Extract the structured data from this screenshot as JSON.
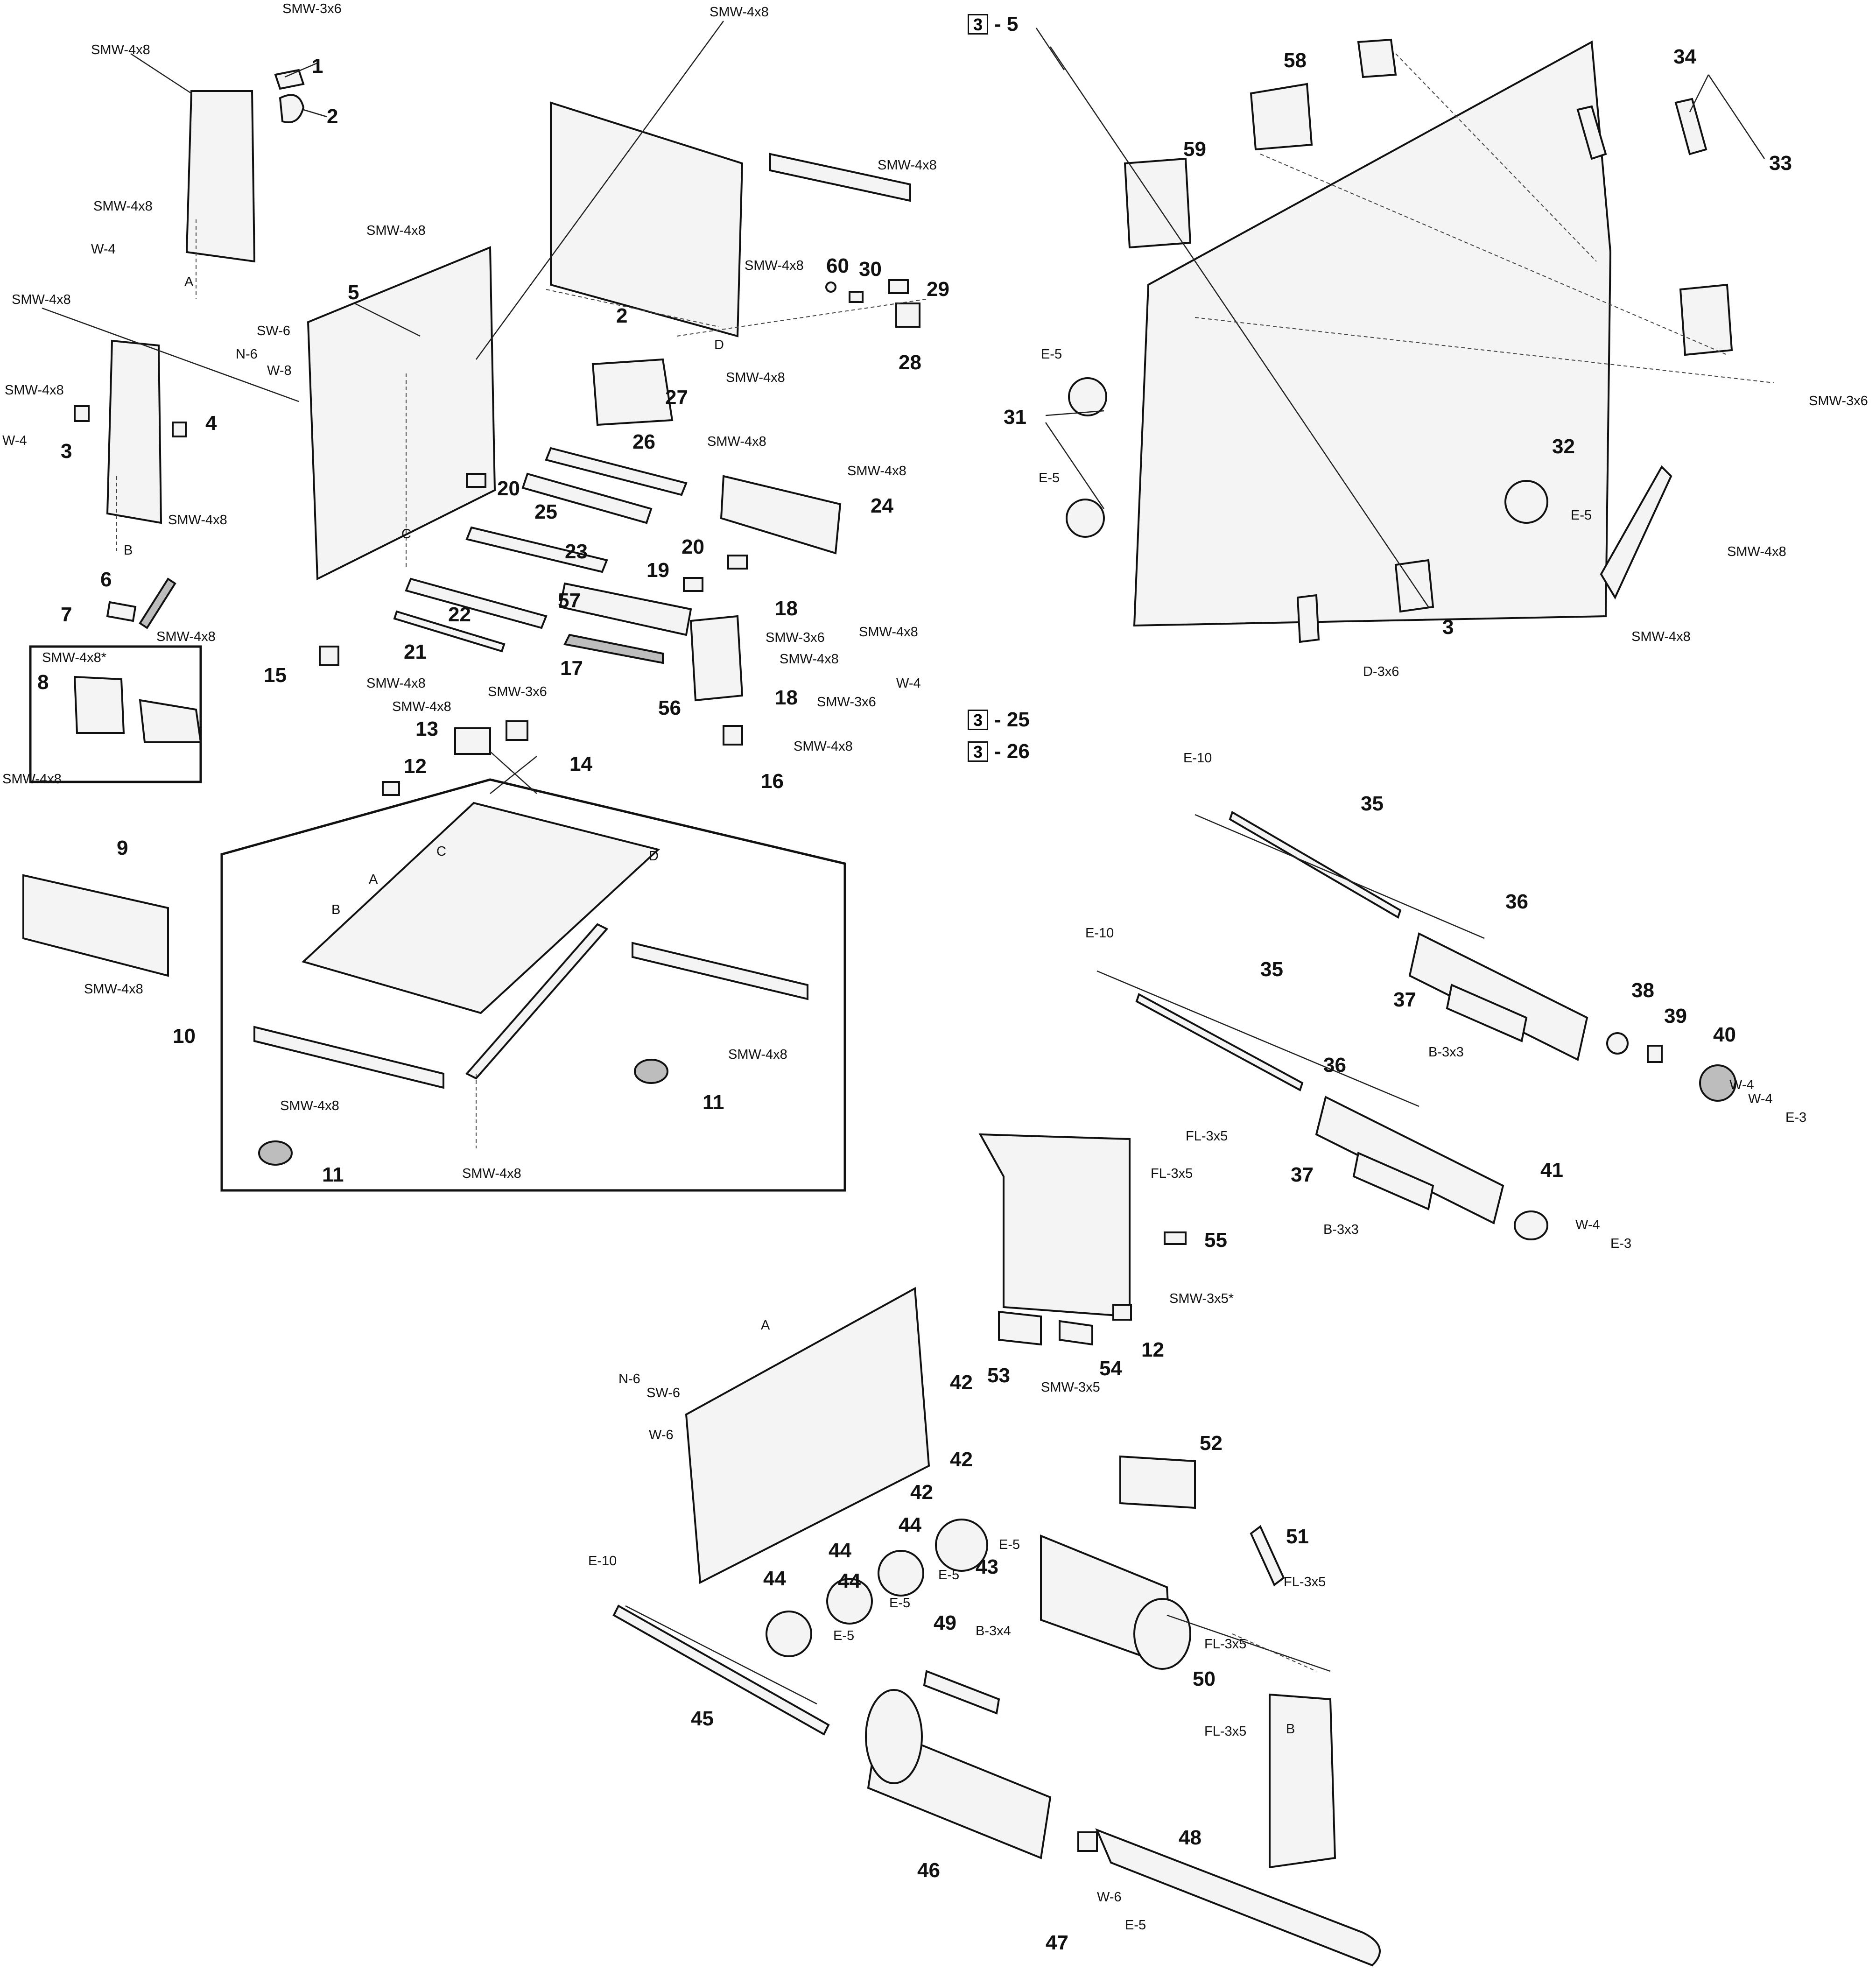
{
  "references": [
    {
      "box": "3",
      "suffix": "- 5"
    },
    {
      "box": "3",
      "suffix": "- 25"
    },
    {
      "box": "3",
      "suffix": "- 26"
    }
  ],
  "part_numbers": [
    "1",
    "2",
    "2",
    "3",
    "3",
    "4",
    "5",
    "6",
    "7",
    "8",
    "9",
    "10",
    "11",
    "11",
    "12",
    "12",
    "13",
    "14",
    "15",
    "16",
    "17",
    "18",
    "18",
    "19",
    "20",
    "20",
    "21",
    "22",
    "23",
    "24",
    "25",
    "26",
    "27",
    "28",
    "29",
    "30",
    "31",
    "32",
    "33",
    "34",
    "35",
    "35",
    "36",
    "36",
    "37",
    "37",
    "38",
    "39",
    "40",
    "41",
    "42",
    "42",
    "42",
    "43",
    "44",
    "44",
    "44",
    "44",
    "45",
    "46",
    "47",
    "48",
    "49",
    "50",
    "51",
    "52",
    "53",
    "54",
    "55",
    "56",
    "57",
    "58",
    "59",
    "60"
  ],
  "hardware_labels": [
    "SMW-3x6",
    "SMW-4x8",
    "SMW-4x8",
    "W-4",
    "A",
    "SMW-4x8",
    "SMW-4x8",
    "SW-6",
    "N-6",
    "W-8",
    "SMW-4x8",
    "SMW-4x8",
    "W-4",
    "SMW-4x8",
    "SMW-4x8",
    "SMW-4x8",
    "SMW-4x8",
    "SMW-4x8*",
    "SMW-4x8",
    "SMW-4x8",
    "SMW-4x8",
    "SMW-4x8",
    "SMW-3x6",
    "SMW-4x8",
    "SMW-3x6",
    "SMW-4x8",
    "W-4",
    "SMW-3x6",
    "SMW-4x8",
    "SMW-4x8",
    "SMW-4x8",
    "SMW-4x8",
    "SMW-4x8",
    "SMW-4x8",
    "SMW-4x8",
    "SMW-3x6",
    "E-5",
    "E-5",
    "E-5",
    "D-3x6",
    "SMW-4x8",
    "SMW-4x8",
    "E-10",
    "E-10",
    "B-3x3",
    "B-3x3",
    "W-4",
    "W-4",
    "E-3",
    "W-4",
    "E-3",
    "FL-3x5",
    "FL-3x5",
    "SMW-3x5*",
    "SMW-3x5",
    "N-6",
    "SW-6",
    "W-6",
    "E-5",
    "E-5",
    "E-5",
    "E-5",
    "E-10",
    "B-3x4",
    "FL-3x5",
    "FL-3x5",
    "FL-3x5",
    "W-6",
    "E-5",
    "A",
    "B",
    "C",
    "D",
    "B",
    "C",
    "D",
    "A",
    "B"
  ]
}
